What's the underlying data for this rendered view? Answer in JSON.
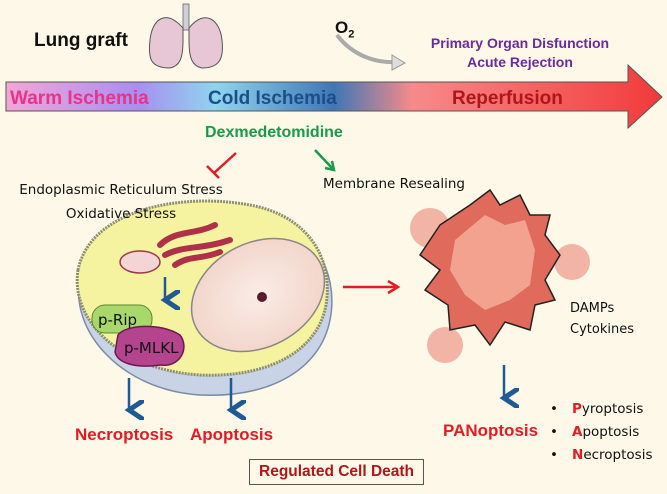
{
  "top": {
    "graft_label": "Lung graft",
    "oxygen_label": "O",
    "oxygen_subscript": "2",
    "outcomes": [
      "Primary Organ Disfunction",
      "Acute Rejection"
    ]
  },
  "timeline": {
    "phases": [
      "Warm Ischemia",
      "Cold Ischemia",
      "Reperfusion"
    ],
    "colors": {
      "warm": "#e8338a",
      "cold": "#1a4f8a",
      "reperfusion": "#b0151a"
    }
  },
  "drug": {
    "name": "Dexmedetomidine",
    "inhibits": [
      "Endoplasmic Reticulum Stress",
      "Oxidative Stress"
    ],
    "promotes": "Membrane Resealing"
  },
  "cell": {
    "proteins": [
      "p-Rip",
      "p-MLKL"
    ],
    "outcomes": [
      "Necroptosis",
      "Apoptosis"
    ]
  },
  "dying_cell": {
    "released": [
      "DAMPs",
      "Cytokines"
    ],
    "outcome": "PANoptosis",
    "components": [
      {
        "initial": "P",
        "rest": "yroptosis"
      },
      {
        "initial": "A",
        "rest": "poptosis"
      },
      {
        "initial": "N",
        "rest": "ecroptosis"
      }
    ]
  },
  "footer": {
    "label": "Regulated Cell Death"
  }
}
